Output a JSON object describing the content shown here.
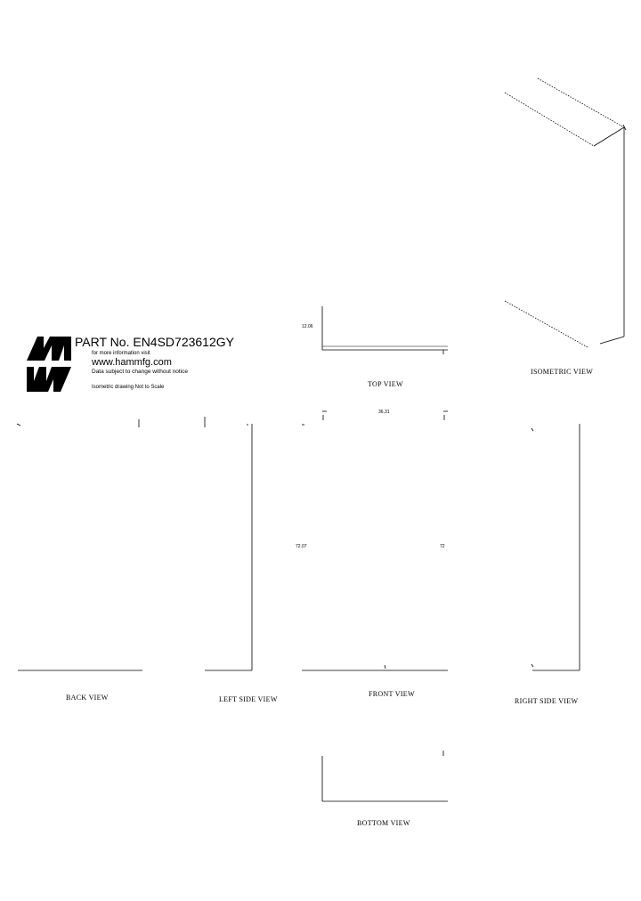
{
  "title_block": {
    "part_label": "PART No.",
    "part_number": "EN4SD723612GY",
    "info_line": "for more information visit",
    "website": "www.hammfg.com",
    "notice": "Data subject to change without notice",
    "iso_note": "Isometric drawing Not to Scale"
  },
  "views": {
    "top": "TOP VIEW",
    "isometric": "ISOMETRIC VIEW",
    "back": "BACK VIEW",
    "left": "LEFT SIDE VIEW",
    "front": "FRONT VIEW",
    "right": "RIGHT SIDE VIEW",
    "bottom": "BOTTOM VIEW"
  },
  "dimensions": {
    "top_depth": "12.06",
    "front_width": "36.31",
    "front_height": "72.07",
    "front_height_right": "72"
  },
  "logo": {
    "color": "#000000"
  }
}
